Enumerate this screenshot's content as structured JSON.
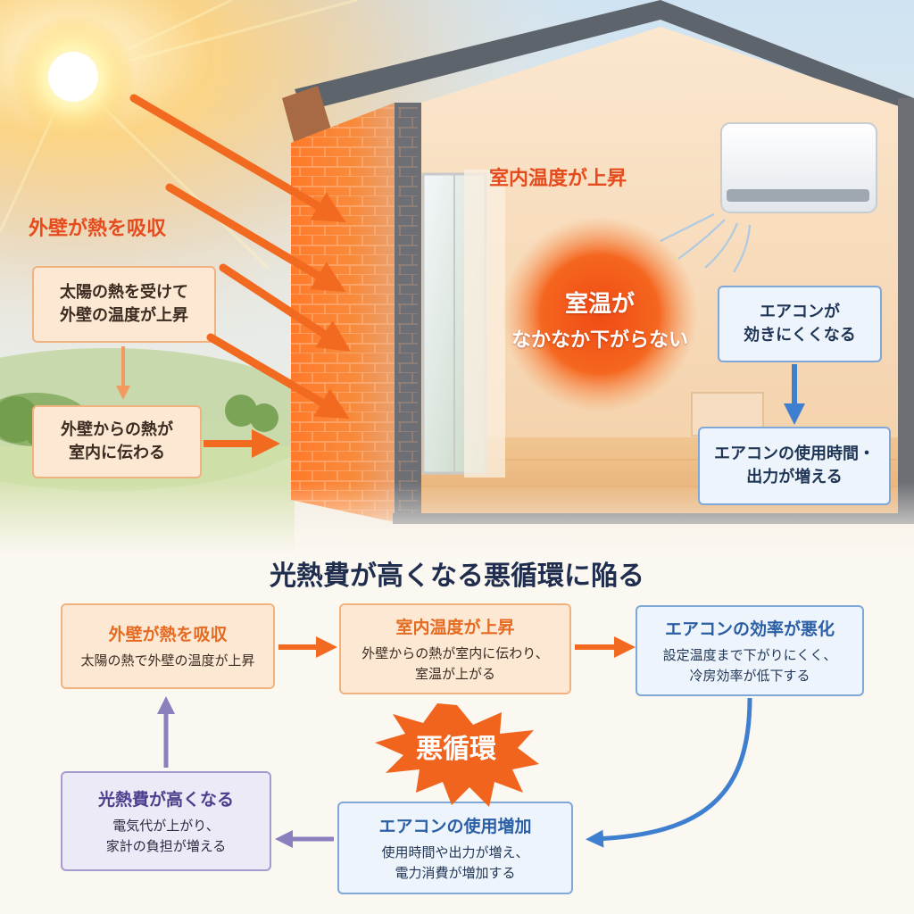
{
  "scene": {
    "wall_heading": "外壁が熱を吸収",
    "room_heading": "室内温度が上昇",
    "step1": [
      "太陽の熱を受けて",
      "外壁の温度が上昇"
    ],
    "step2": [
      "外壁からの熱が",
      "室内に伝わる"
    ],
    "circle": [
      "室温が",
      "なかなか下がらない"
    ],
    "ac1": [
      "エアコンが",
      "効きにくくなる"
    ],
    "ac2": [
      "エアコンの使用時間・",
      "出力が増える"
    ]
  },
  "cycle": {
    "title": "光熱費が高くなる悪循環に陥る",
    "center_label": "悪循環",
    "nodes": [
      {
        "title": "外壁が熱を吸収",
        "desc": [
          "太陽の熱で外壁の温度が上昇"
        ]
      },
      {
        "title": "室内温度が上昇",
        "desc": [
          "外壁からの熱が室内に伝わり、",
          "室温が上がる"
        ]
      },
      {
        "title": "エアコンの効率が悪化",
        "desc": [
          "設定温度まで下がりにくく、",
          "冷房効率が低下する"
        ]
      },
      {
        "title": "エアコンの使用増加",
        "desc": [
          "使用時間や出力が増え、",
          "電力消費が増加する"
        ]
      },
      {
        "title": "光熱費が高くなる",
        "desc": [
          "電気代が上がり、",
          "家計の負担が増える"
        ]
      }
    ]
  },
  "colors": {
    "heat_orange": "#f26a1f",
    "cool_blue": "#3f7fd0",
    "cost_purple": "#8a80bd",
    "title_navy": "#1f2d4e"
  }
}
